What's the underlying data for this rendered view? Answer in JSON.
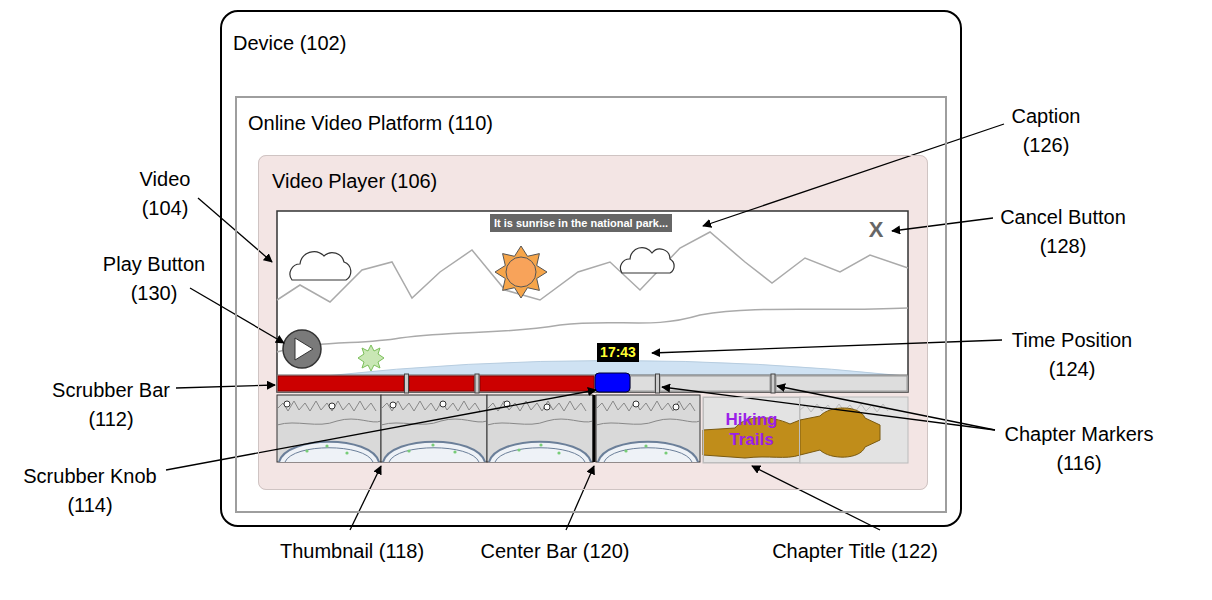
{
  "diagram": {
    "nodes": [
      {
        "text": [
          "Device (102)"
        ]
      },
      {
        "text": [
          "Online Video Platform (110)"
        ],
        "in": 0
      },
      {
        "text": [
          "Video Player (106)"
        ],
        "in": 1
      },
      {
        "text": [
          "It is sunrise in the national park..."
        ],
        "in": 2
      },
      {
        "text": [
          "17:43"
        ],
        "in": 2
      },
      {
        "text": [
          "Hiking Trails"
        ],
        "in": 2
      }
    ],
    "labels": [
      "Video (104)",
      "Caption (126)",
      "Cancel Button (128)",
      "X",
      "Play Button (130)",
      "Time Position (124)",
      "Scrubber Bar (112)",
      "Chapter Markers (116)",
      "Scrubber Knob (114)",
      "Thumbnail (118)",
      "Center Bar (120)",
      "Chapter Title (122)"
    ]
  }
}
